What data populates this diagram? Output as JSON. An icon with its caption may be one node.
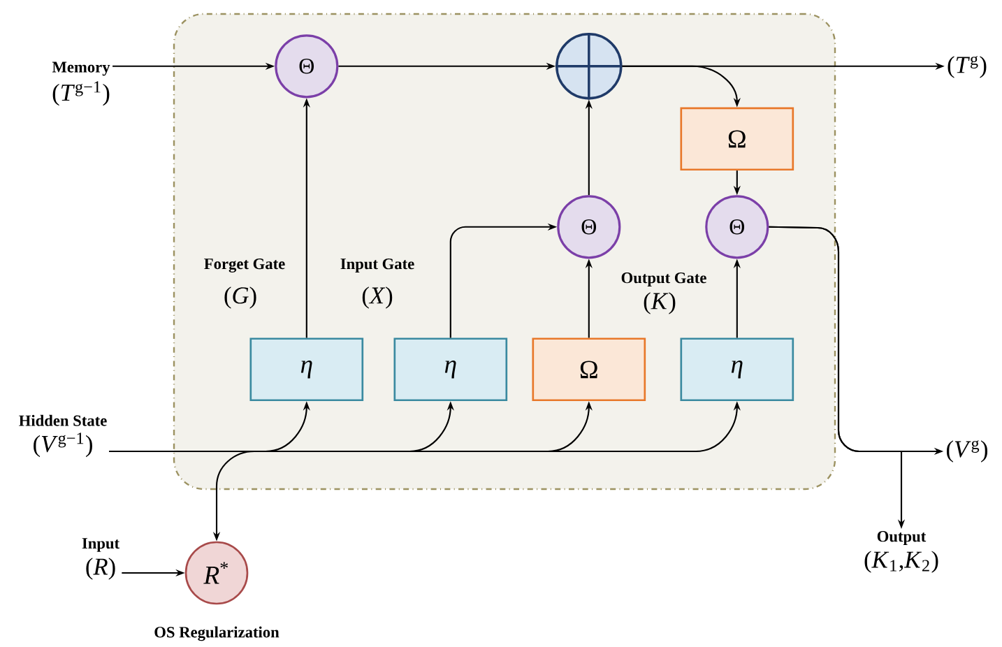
{
  "diagram": {
    "nodes": [
      {
        "text": [],
        "shape": "box"
      },
      {
        "text": [
          "Memory",
          "(*T*$^{g−1}$)"
        ]
      },
      {
        "text": [
          "Θ"
        ],
        "in": 0
      },
      {
        "text": [],
        "shape": "circle",
        "in": 0
      },
      {
        "text": [
          "(*T*$^{g}$)"
        ]
      },
      {
        "text": [
          "Ω"
        ],
        "in": 0
      },
      {
        "text": [
          "Θ"
        ],
        "in": 0
      },
      {
        "text": [
          "Θ"
        ],
        "in": 0
      },
      {
        "text": [
          "η"
        ],
        "in": 0
      },
      {
        "text": [
          "η"
        ],
        "in": 0
      },
      {
        "text": [
          "Ω"
        ],
        "in": 0
      },
      {
        "text": [
          "η"
        ],
        "in": 0
      },
      {
        "text": [
          "Hidden State",
          "(*V*$^{g−1}$)"
        ]
      },
      {
        "text": [
          "(*V*$^{g}$)"
        ]
      },
      {
        "text": [
          "Output",
          "(*K*$_{1}$,*K*$_{2}$)"
        ]
      },
      {
        "text": [
          "Input",
          "(*R*)"
        ]
      },
      {
        "text": [
          "*R*$^{*}$"
        ],
        "beside": [
          "OS Regularization"
        ]
      }
    ],
    "edges": [
      {
        "from": 1,
        "to": 2,
        "arrow": "to"
      },
      {
        "from": 2,
        "to": 3,
        "arrow": "to"
      },
      {
        "from": 3,
        "to": 4,
        "arrow": "to"
      },
      {
        "from": 3,
        "to": 5,
        "arrow": "to"
      },
      {
        "from": 5,
        "to": 7,
        "arrow": "to"
      },
      {
        "from": 6,
        "to": 3,
        "arrow": "to"
      },
      {
        "from": 8,
        "to": 2,
        "arrow": "to"
      },
      {
        "from": 9,
        "to": 6,
        "arrow": "to"
      },
      {
        "from": 10,
        "to": 6,
        "arrow": "to"
      },
      {
        "from": 11,
        "to": 7,
        "arrow": "to"
      },
      {
        "from": 12,
        "to": 8,
        "arrow": "to"
      },
      {
        "from": 12,
        "to": 9,
        "arrow": "to"
      },
      {
        "from": 12,
        "to": 10,
        "arrow": "to"
      },
      {
        "from": 12,
        "to": 11,
        "arrow": "to"
      },
      {
        "from": 12,
        "to": 16,
        "arrow": "to"
      },
      {
        "from": 7,
        "to": 13,
        "arrow": "to"
      },
      {
        "from": 7,
        "to": 14,
        "arrow": "to"
      },
      {
        "from": 15,
        "to": 16,
        "arrow": "to"
      }
    ],
    "labels": [
      "Forget Gate",
      "(*G*)",
      "Input Gate",
      "(*X*)",
      "Output Gate",
      "(*K*)"
    ]
  }
}
